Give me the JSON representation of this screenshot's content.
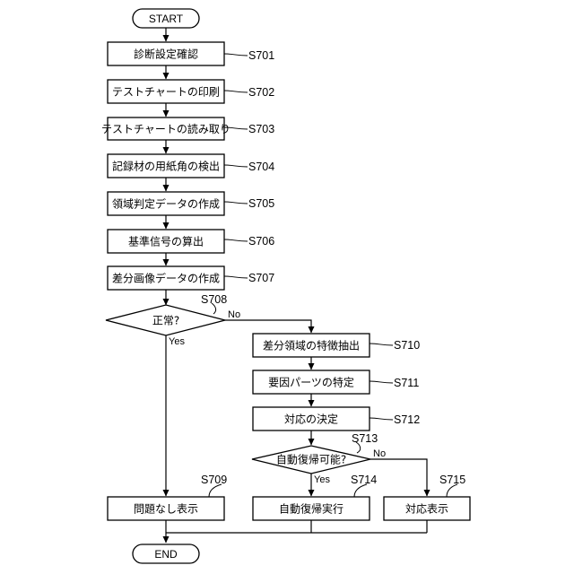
{
  "start": "START",
  "end": "END",
  "steps": {
    "s701": {
      "text": "診断設定確認",
      "label": "S701"
    },
    "s702": {
      "text": "テストチャートの印刷",
      "label": "S702"
    },
    "s703": {
      "text": "テストチャートの読み取り",
      "label": "S703"
    },
    "s704": {
      "text": "記録材の用紙角の検出",
      "label": "S704"
    },
    "s705": {
      "text": "領域判定データの作成",
      "label": "S705"
    },
    "s706": {
      "text": "基準信号の算出",
      "label": "S706"
    },
    "s707": {
      "text": "差分画像データの作成",
      "label": "S707"
    },
    "s708": {
      "text": "正常?",
      "label": "S708",
      "yes": "Yes",
      "no": "No"
    },
    "s709": {
      "text": "問題なし表示",
      "label": "S709"
    },
    "s710": {
      "text": "差分領域の特徴抽出",
      "label": "S710"
    },
    "s711": {
      "text": "要因パーツの特定",
      "label": "S711"
    },
    "s712": {
      "text": "対応の決定",
      "label": "S712"
    },
    "s713": {
      "text": "自動復帰可能?",
      "label": "S713",
      "yes": "Yes",
      "no": "No"
    },
    "s714": {
      "text": "自動復帰実行",
      "label": "S714"
    },
    "s715": {
      "text": "対応表示",
      "label": "S715"
    }
  }
}
